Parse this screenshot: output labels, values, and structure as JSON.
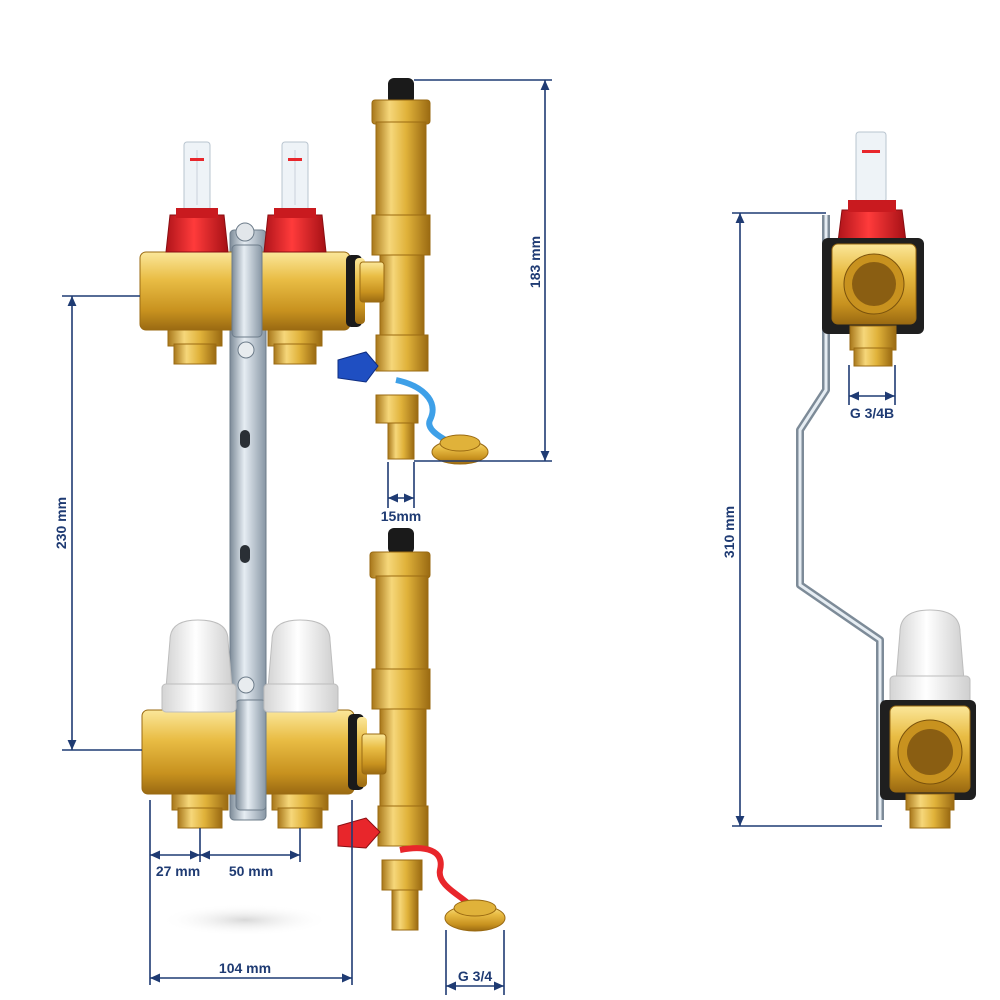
{
  "colors": {
    "dimension": "#1f3b73",
    "brass_light": "#f6d77a",
    "brass": "#e0b23a",
    "brass_dark": "#a8771a",
    "steel_light": "#dde6ee",
    "steel": "#a9b7c4",
    "steel_dark": "#6d7c8a",
    "flow_red": "#e8262b",
    "valve_blue": "#1f4fc2",
    "cap_white": "#f4f4f4",
    "black": "#1a1a1a"
  },
  "icons": {
    "supply_bar": "brass-manifold-icon",
    "return_bar": "brass-manifold-icon",
    "flow_meter": "flow-meter-icon",
    "thermostatic_cap": "thermostatic-cap-icon",
    "air_vent": "air-vent-icon",
    "drain_valve": "drain-valve-icon",
    "bracket": "mounting-bracket-icon"
  },
  "dimensions": {
    "overall_height": "230 mm",
    "vent_height": "183 mm",
    "outlet_offset": "15mm",
    "first_outlet": "27 mm",
    "outlet_spacing": "50 mm",
    "bar_length": "104 mm",
    "drain_thread": "G 3/4",
    "side_height": "310 mm",
    "side_thread": "G 3/4B"
  }
}
